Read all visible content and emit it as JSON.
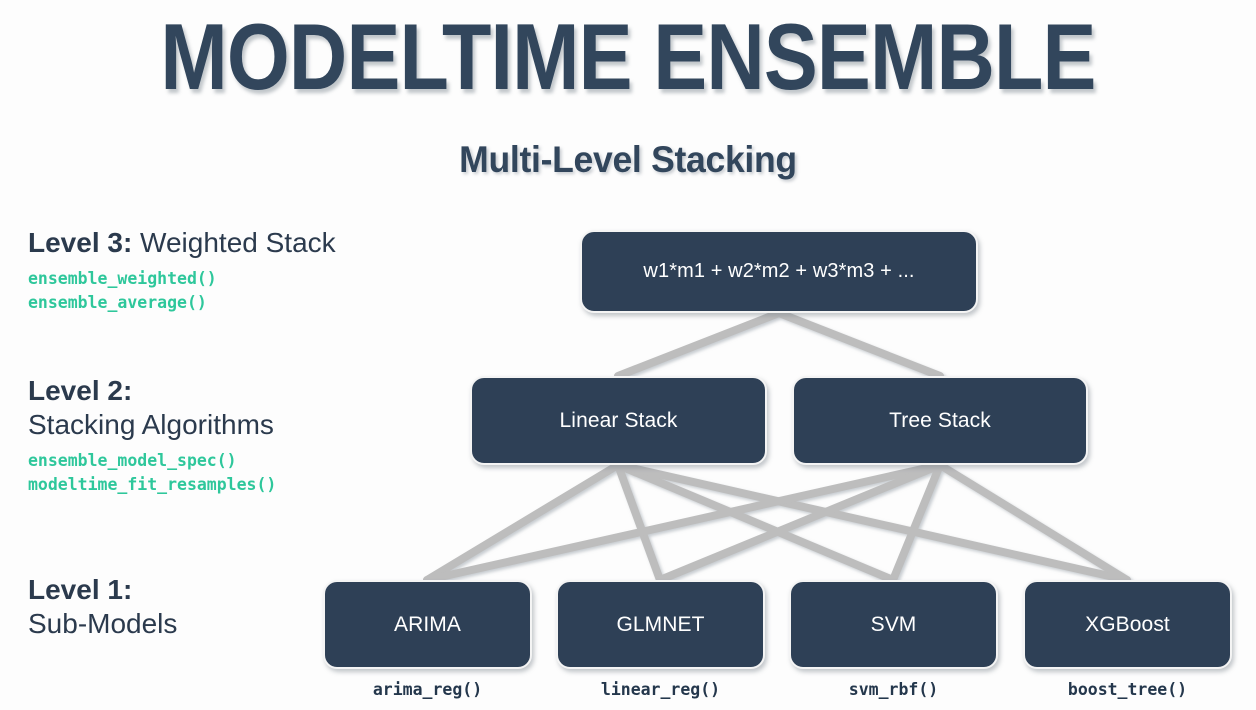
{
  "header": {
    "title": "MODELTIME ENSEMBLE",
    "subtitle": "Multi-Level Stacking",
    "title_color": "#32465c",
    "accent_code_color": "#2ec79b",
    "node_fill_color": "#2e4056",
    "edge_color": "#bdbdbd"
  },
  "levels": [
    {
      "id": "level-3",
      "label_strong": "Level 3:",
      "label_rest": " Weighted Stack",
      "functions": [
        "ensemble_weighted()",
        "ensemble_average()"
      ]
    },
    {
      "id": "level-2",
      "label_strong": "Level 2:",
      "label_rest": "Stacking Algorithms",
      "functions": [
        "ensemble_model_spec()",
        "modeltime_fit_resamples()"
      ]
    },
    {
      "id": "level-1",
      "label_strong": "Level 1:",
      "label_rest": "Sub-Models",
      "functions": []
    }
  ],
  "diagram": {
    "level3_nodes": [
      {
        "id": "weighted",
        "label": "w1*m1 + w2*m2 + w3*m3 + ..."
      }
    ],
    "level2_nodes": [
      {
        "id": "linear-stack",
        "label": "Linear Stack"
      },
      {
        "id": "tree-stack",
        "label": "Tree Stack"
      }
    ],
    "level1_nodes": [
      {
        "id": "arima",
        "label": "ARIMA",
        "caption": "arima_reg()"
      },
      {
        "id": "glmnet",
        "label": "GLMNET",
        "caption": "linear_reg()"
      },
      {
        "id": "svm",
        "label": "SVM",
        "caption": "svm_rbf()"
      },
      {
        "id": "xgboost",
        "label": "XGBoost",
        "caption": "boost_tree()"
      }
    ],
    "edges_level3_to_level2": [
      {
        "from": "weighted",
        "to": "linear-stack"
      },
      {
        "from": "weighted",
        "to": "tree-stack"
      }
    ],
    "edges_level2_to_level1": [
      {
        "from": "linear-stack",
        "to": "arima"
      },
      {
        "from": "linear-stack",
        "to": "glmnet"
      },
      {
        "from": "linear-stack",
        "to": "svm"
      },
      {
        "from": "linear-stack",
        "to": "xgboost"
      },
      {
        "from": "tree-stack",
        "to": "arima"
      },
      {
        "from": "tree-stack",
        "to": "glmnet"
      },
      {
        "from": "tree-stack",
        "to": "svm"
      },
      {
        "from": "tree-stack",
        "to": "xgboost"
      }
    ]
  }
}
